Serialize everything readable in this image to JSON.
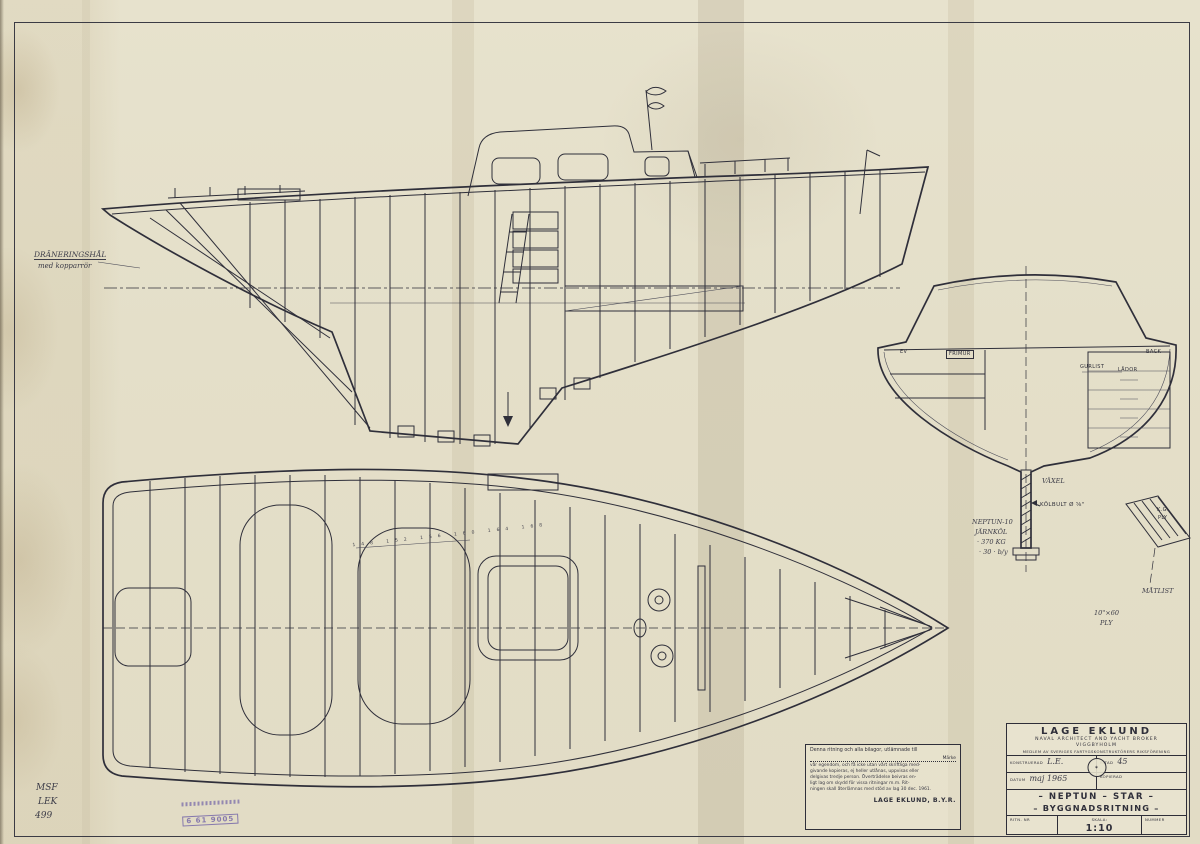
{
  "annotations": {
    "drainage_line1": "DRÄNERINGSHÅL",
    "drainage_line2": "med kopparrör",
    "margin_1": "MSF",
    "margin_2": "LEK",
    "margin_3": "499"
  },
  "section_view": {
    "label_ev": "EV",
    "label_frimur": "FRIMUR",
    "label_gurlist": "GURLIST",
    "label_back": "BACK",
    "label_lador": "LÅDOR",
    "label_vaxel": "VÄXEL",
    "label_kolbult": "KÖLBULT Ø ⅝\"",
    "keel_note": [
      "NEPTUN-10",
      "JÄRNKÖL",
      "· 370 KG",
      "· 30 · b/y"
    ],
    "label_kg": "K.G.",
    "label_kg_ply": "PLY",
    "label_matlist": "MÅTLIST",
    "label_ply_size": "10\"×60",
    "label_ply_word": "PLY"
  },
  "plan_view": {
    "station_numbers": "148 152 156 160 164 168"
  },
  "notes_box": {
    "heading": "Denna ritning och alla bilagor, utlämnade till",
    "marke": "Märke",
    "body_lines": [
      "vår egendom, och få icke utan vårt skriftliga med-",
      "givande kopieras, ej heller utlånas, uppvisas eller",
      "delgivas tredje person. Överträdelse beivras en-",
      "ligt lag om skydd för vissa ritningar m.m. Rit-",
      "ningen skall återlämnas med stöd av lag 30 dec. 1961."
    ],
    "signature": "LAGE EKLUND, B.Y.R."
  },
  "stamp": {
    "number": "6 61 9005"
  },
  "title_block": {
    "company": "LAGE EKLUND",
    "profession": "NAVAL ARCHITECT AND YACHT BROKER",
    "city": "VIGGBYHOLM",
    "membership": "MEDLEM AV SVERIGES FARTYGSKONSTRUKTÖRERS RIKSFÖRENING",
    "konstruerad_label": "KONSTRUERAD",
    "konstruerad_value": "L.E.",
    "ritad_label": "RITAD",
    "ritad_value": "45",
    "datum_label": "DATUM",
    "datum_value": "maj 1965",
    "kopierad_label": "KOPIERAD",
    "boat_name": "– NEPTUN – STAR –",
    "drawing_type": "– BYGGNADSRITNING –",
    "ritningsnr_label": "RITN. NR",
    "skala_label": "SKALA:",
    "skala_value": "1:10",
    "nummer_label": "NUMMER"
  }
}
